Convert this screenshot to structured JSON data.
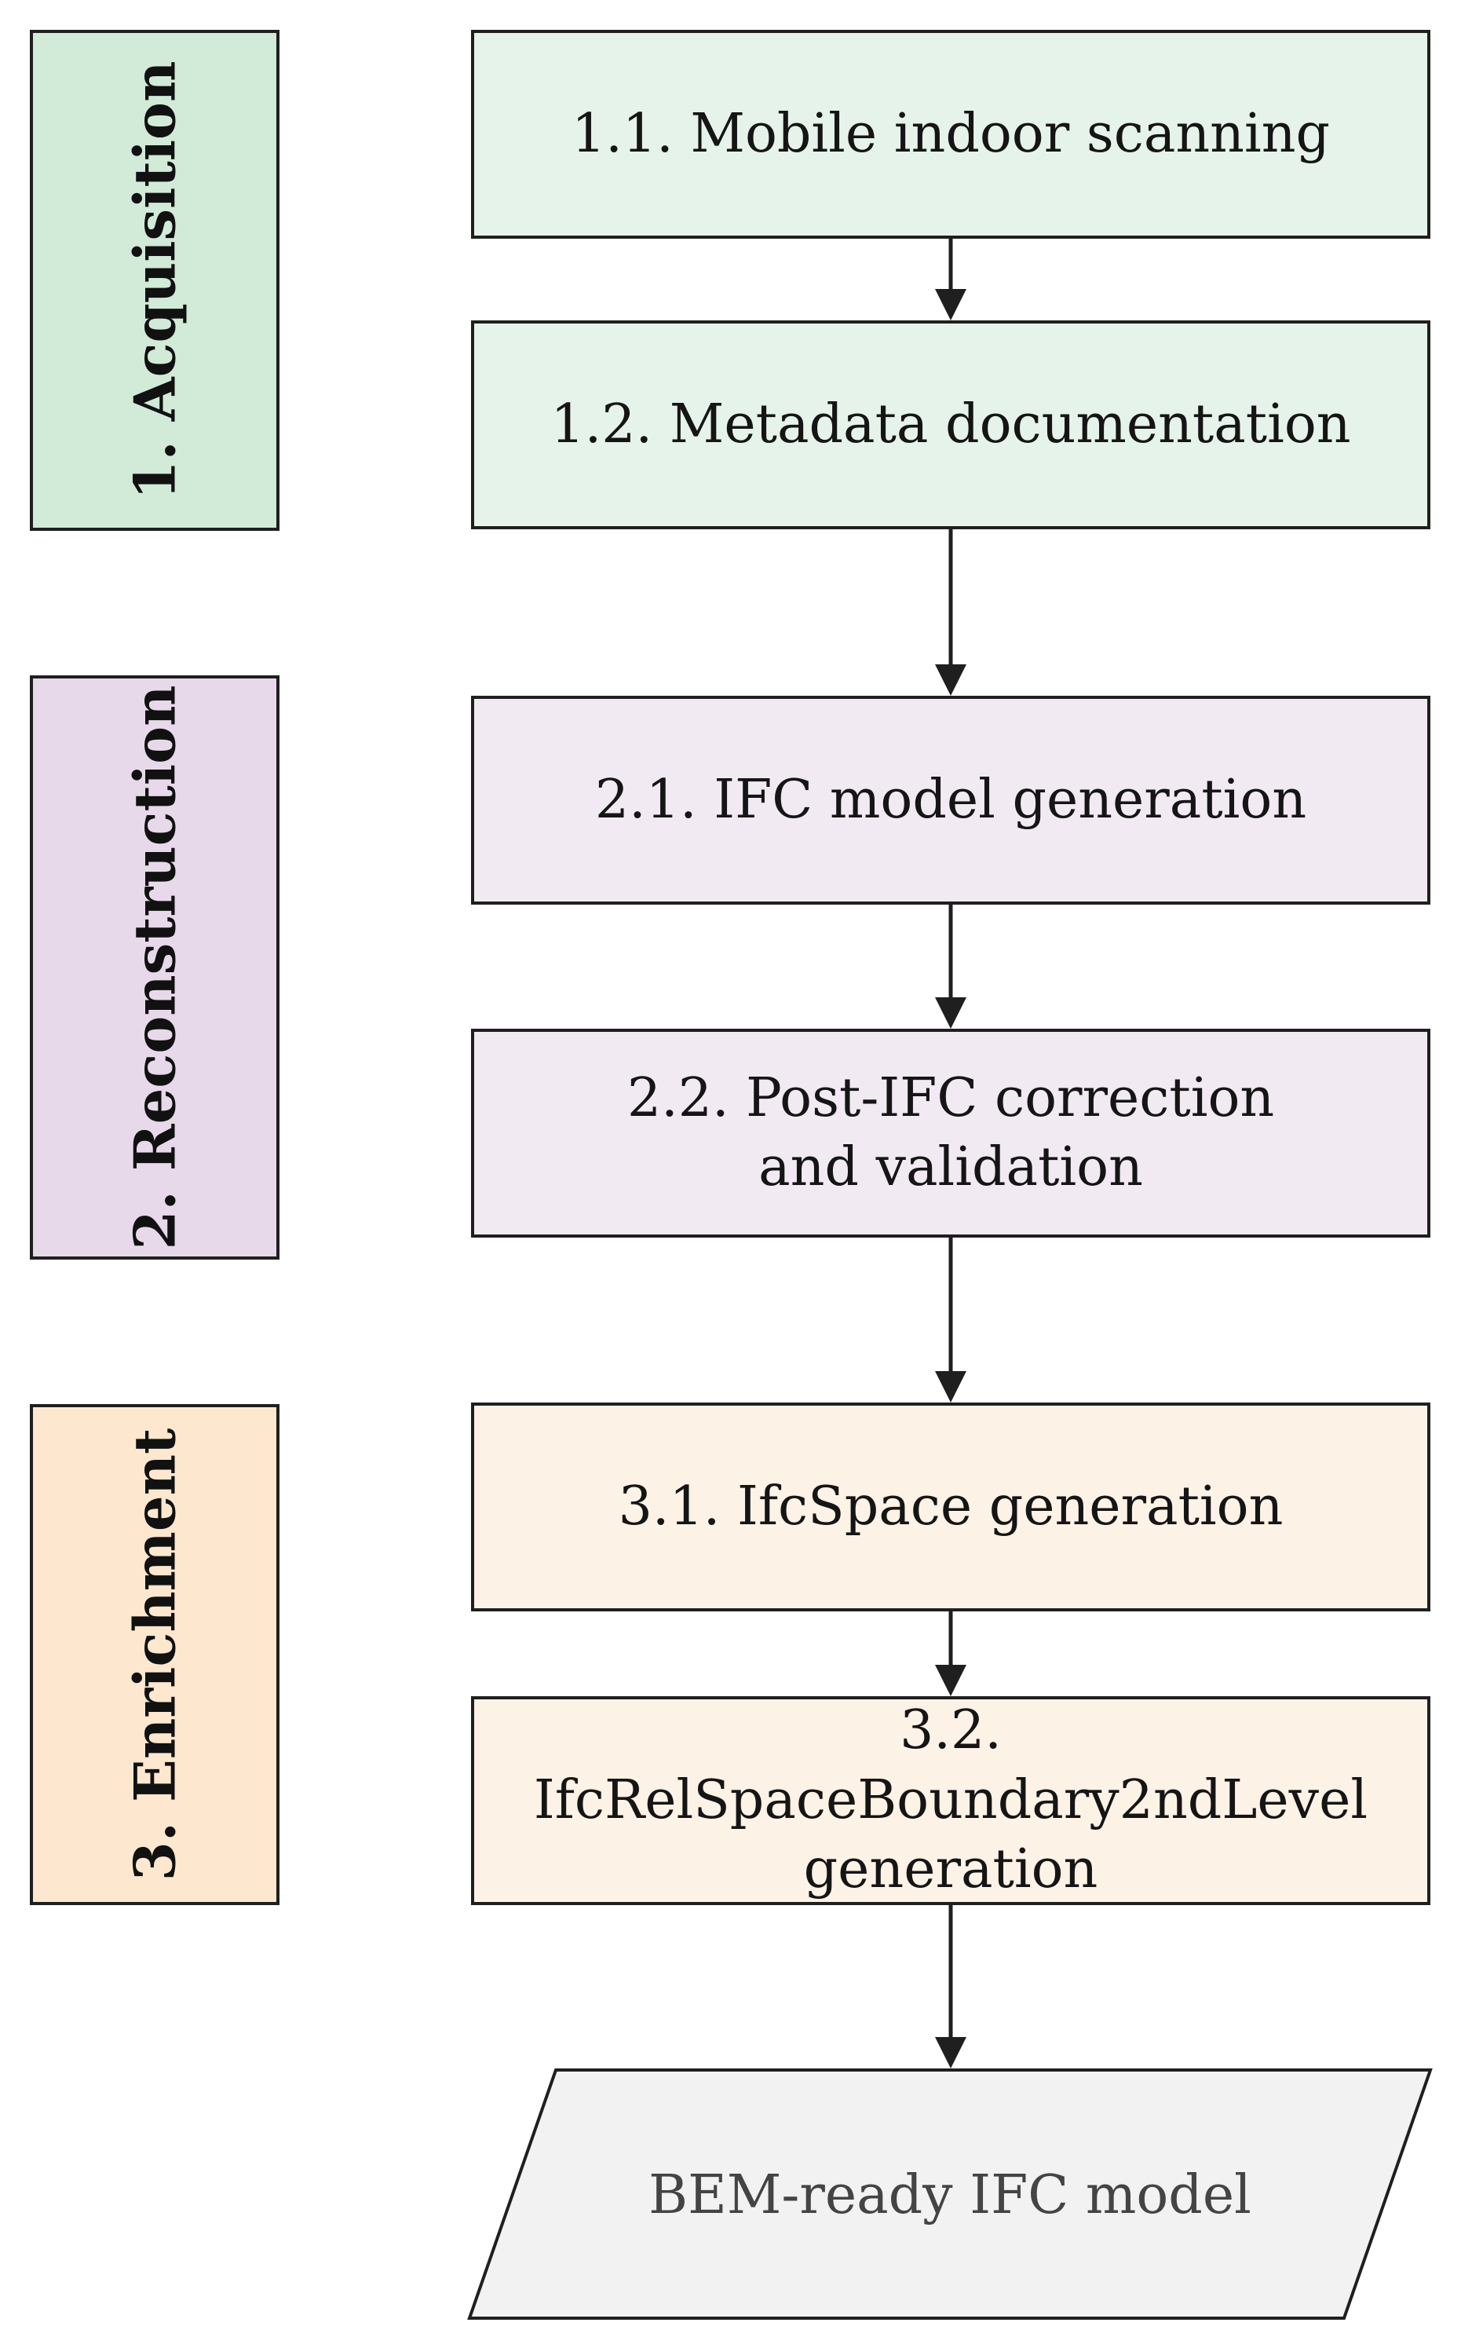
{
  "colors": {
    "acquisition": "#d2ead8",
    "reconstruction": "#e7d9ea",
    "enrichment": "#fde7cf",
    "acquisition_step": "#e6f3ea",
    "reconstruction_step": "#f1eaf3",
    "enrichment_step": "#fdf2e6",
    "output": "#f2f2f2",
    "stroke": "#1f1f1f"
  },
  "phases": [
    {
      "label": "1. Acquisition"
    },
    {
      "label": "2. Reconstruction"
    },
    {
      "label": "3. Enrichment"
    }
  ],
  "steps": [
    {
      "label": "1.1. Mobile indoor scanning"
    },
    {
      "label": "1.2. Metadata documentation"
    },
    {
      "label": "2.1. IFC model generation"
    },
    {
      "label": "2.2. Post-IFC correction and validation"
    },
    {
      "label": "3.1. IfcSpace generation"
    },
    {
      "label": "3.2. IfcRelSpaceBoundary2ndLevel generation"
    }
  ],
  "output": {
    "label": "BEM-ready IFC model"
  }
}
